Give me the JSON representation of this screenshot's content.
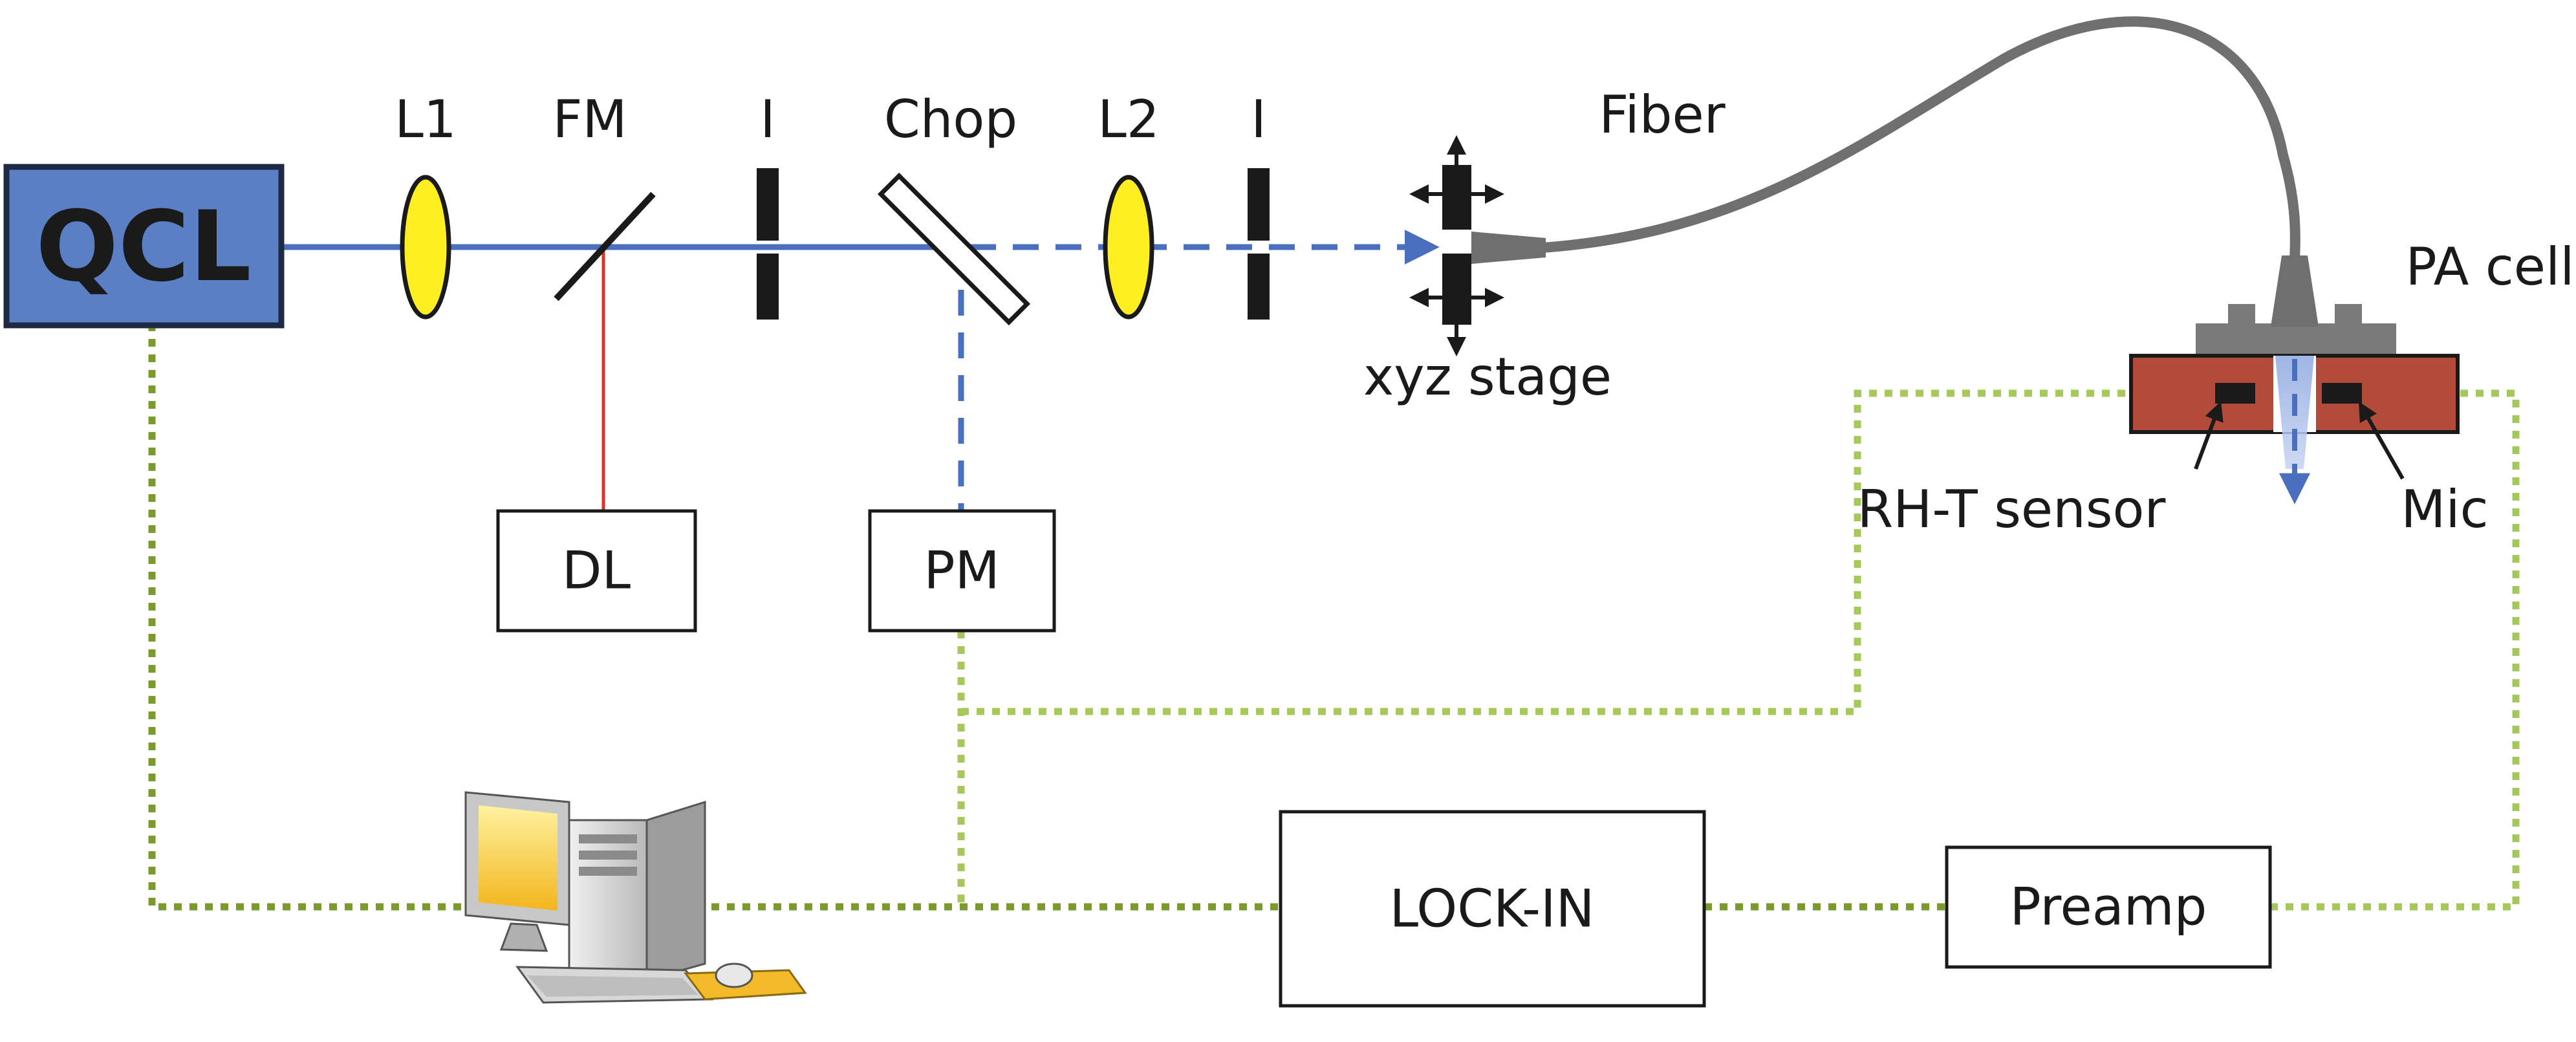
{
  "labels": {
    "qcl": "QCL",
    "l1": "L1",
    "fm": "FM",
    "iris1": "I",
    "chop": "Chop",
    "l2": "L2",
    "iris2": "I",
    "fiber": "Fiber",
    "xyz_stage": "xyz stage",
    "pa_cell": "PA cell",
    "rht_sensor": "RH-T sensor",
    "mic": "Mic",
    "dl": "DL",
    "pm": "PM",
    "lockin": "LOCK-IN",
    "preamp": "Preamp"
  },
  "colors": {
    "qcl_fill": "#5b7fc4",
    "qcl_border": "#1e2a44",
    "laser_beam": "#4a6fbf",
    "diode_laser_beam": "#e0302a",
    "lens_fill": "#ffee22",
    "pa_cell_fill": "#b24b3a",
    "fiber_gray": "#6f6f6f",
    "signal_dotted": "#7a9a2e",
    "signal_dotted_light": "#a4c85a",
    "monitor_screen": "#f3b51c",
    "mousepad": "#f2b928"
  },
  "icons": {
    "computer": "desktop-computer-icon",
    "stage_arrows": "four-way-arrows-icon"
  }
}
